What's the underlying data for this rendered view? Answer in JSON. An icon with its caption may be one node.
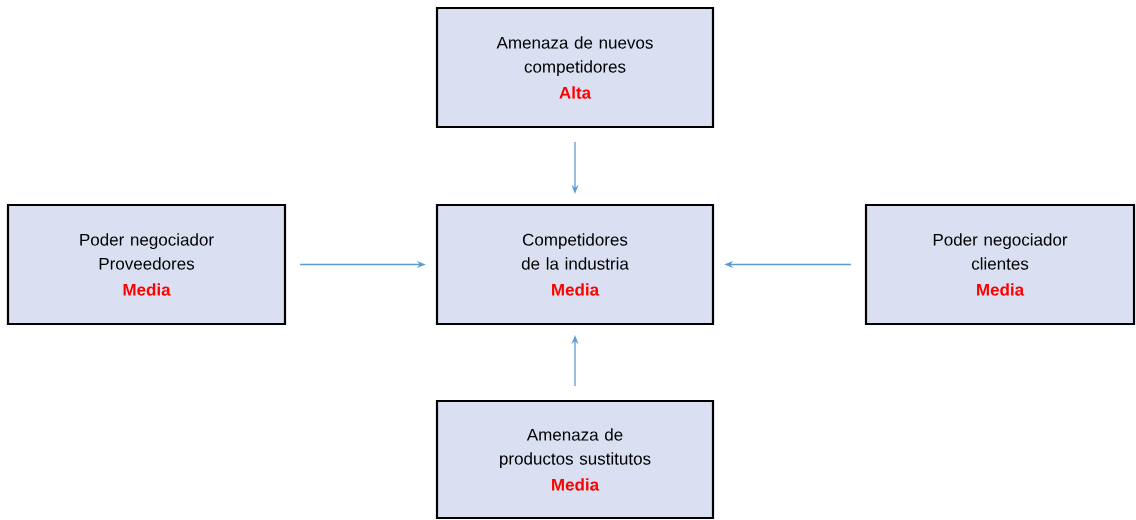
{
  "diagram": {
    "nodes": [
      {
        "text": [
          "Amenaza de nuevos competidores",
          "Alta"
        ]
      },
      {
        "text": [
          "Poder negociador Proveedores",
          "Media"
        ]
      },
      {
        "text": [
          "Competidores de la industria",
          "Media"
        ]
      },
      {
        "text": [
          "Poder negociador clientes",
          "Media"
        ]
      },
      {
        "text": [
          "Amenaza de productos sustitutos",
          "Media"
        ]
      }
    ],
    "edges": [
      {
        "from": 0,
        "to": 2,
        "arrow": "to"
      },
      {
        "from": 1,
        "to": 2,
        "arrow": "to"
      },
      {
        "from": 3,
        "to": 2,
        "arrow": "to"
      },
      {
        "from": 4,
        "to": 2,
        "arrow": "to"
      }
    ]
  }
}
